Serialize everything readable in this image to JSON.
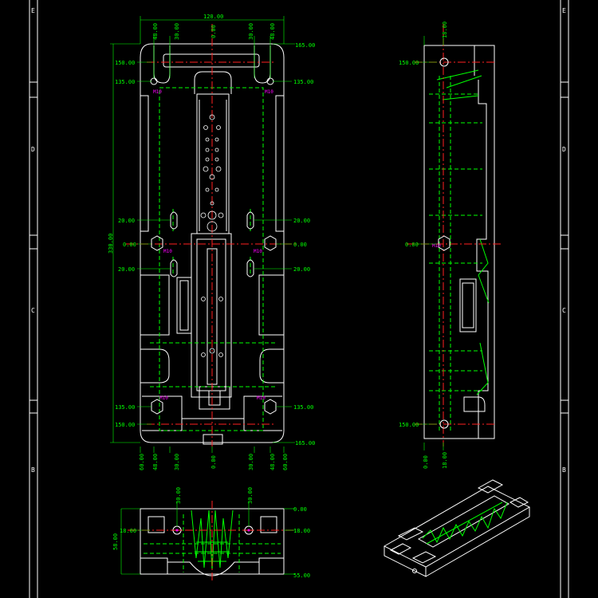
{
  "frame": {
    "left_marks": [
      "E",
      "D",
      "C",
      "B"
    ],
    "right_marks": [
      "E",
      "D",
      "C",
      "B"
    ]
  },
  "top_view": {
    "top_dims": [
      "120.00",
      "48.00",
      "30.00",
      "0.00",
      "30.00",
      "48.00"
    ],
    "bottom_dims": [
      "60.00",
      "48.00",
      "30.00",
      "0.00",
      "30.00",
      "48.00",
      "60.00"
    ],
    "left_dims": [
      "150.00",
      "135.00",
      "20.00",
      "0.00",
      "20.00",
      "135.00",
      "150.00"
    ],
    "right_dims": [
      "165.00",
      "135.00",
      "20.00",
      "0.00",
      "20.00",
      "135.00",
      "165.00"
    ],
    "overall_height": "330.00",
    "hole_labels": [
      "M10",
      "M10",
      "M10",
      "M10",
      "M10",
      "M10"
    ]
  },
  "side_view": {
    "top_dim": "18.00",
    "bottom_dims": [
      "0.00",
      "18.00"
    ],
    "left_dims": [
      "150.00",
      "0.00",
      "150.00"
    ],
    "hole_label": "M10"
  },
  "front_view": {
    "top_dims": [
      "30.00",
      "30.00"
    ],
    "right_dims": [
      "0.00",
      "18.00",
      "55.00"
    ],
    "left_dims": [
      "18.00"
    ],
    "height_dim": "58.00"
  },
  "colors": {
    "background": "#000000",
    "outline": "#ffffff",
    "dimension": "#00ff00",
    "centerline": "#ff2020",
    "label": "#ff00ff"
  }
}
